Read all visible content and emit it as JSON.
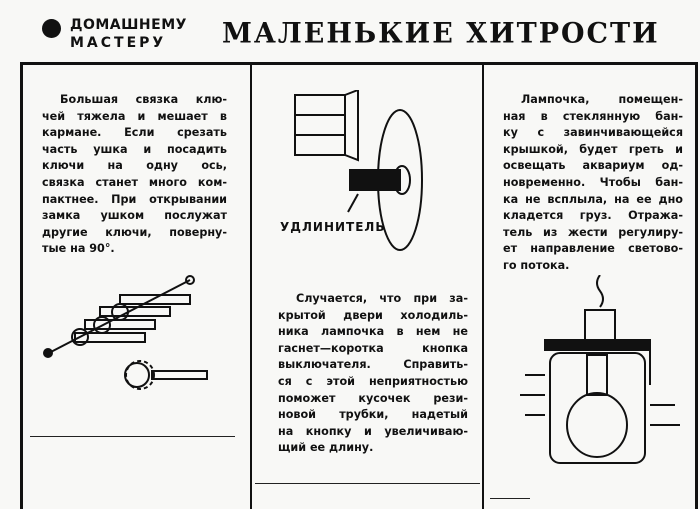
{
  "header": {
    "rubric": [
      "ДОМАШНЕМУ",
      "МАСТЕРУ"
    ],
    "title": "МАЛЕНЬКИЕ ХИТРОСТИ"
  },
  "columns": [
    {
      "paragraph": [
        "Большая связка клю-",
        "чей тяжела и мешает в",
        "кармане. Если срезать",
        "часть ушка и посадить",
        "ключи на одну ось,",
        "связка станет много ком-",
        "пактнее. При открывании",
        "замка ушком послужат",
        "другие ключи, поверну-",
        "тые на 90°."
      ]
    },
    {
      "illustration_label": "УДЛИНИТЕЛЬ",
      "paragraph": [
        "Случается, что при за-",
        "крытой двери холодиль-",
        "ника лампочка в нем не",
        "гаснет—коротка кнопка",
        "выключателя. Справить-",
        "ся с этой неприятностью",
        "поможет кусочек рези-",
        "новой трубки, надетый",
        "на кнопку и увеличиваю-",
        "щий ее длину."
      ]
    },
    {
      "paragraph": [
        "Лампочка, помещен-",
        "ная в стеклянную бан-",
        "ку с завинчивающейся",
        "крышкой, будет греть и",
        "освещать аквариум од-",
        "новременно. Чтобы бан-",
        "ка не всплыла, на ее дно",
        "кладется груз. Отража-",
        "тель из жести регулиру-",
        "ет направление светово-",
        "го потока."
      ]
    }
  ]
}
